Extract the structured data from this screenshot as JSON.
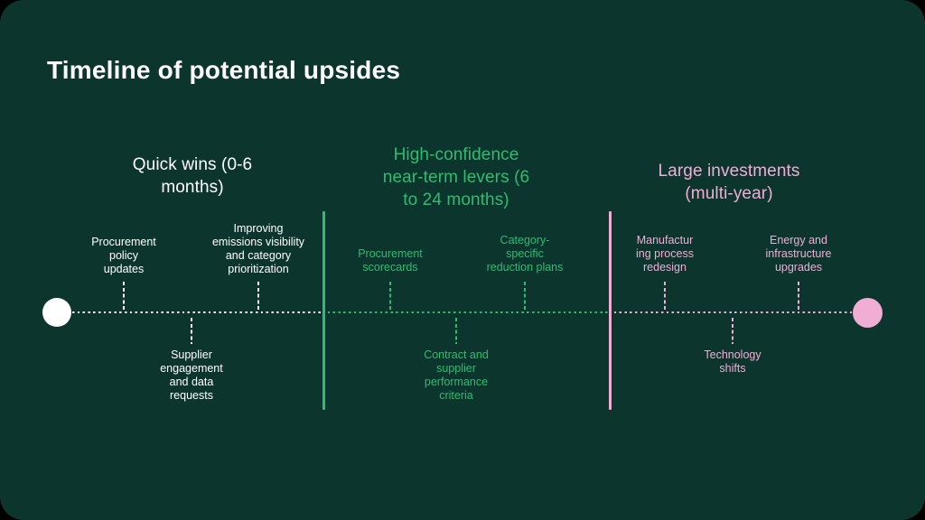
{
  "title": "Timeline of potential upsides",
  "colors": {
    "canvas": "#000000",
    "background": "#0c352d",
    "white": "#ffffff",
    "green": "#2dbd70",
    "pink": "#f0aed5"
  },
  "sections": [
    {
      "label": "Quick wins (0-6\nmonths)",
      "color": "#ffffff",
      "items_above": [
        "Procurement\npolicy\nupdates",
        "Improving\nemissions visibility\nand category\nprioritization"
      ],
      "items_below": [
        "Supplier\nengagement\nand data\nrequests"
      ]
    },
    {
      "label": "High-confidence\nnear-term levers (6\nto 24 months)",
      "color": "#2dbd70",
      "items_above": [
        "Procurement\nscorecards",
        "Category-\nspecific\nreduction plans"
      ],
      "items_below": [
        "Contract and\nsupplier\nperformance\ncriteria"
      ]
    },
    {
      "label": "Large investments\n(multi-year)",
      "color": "#f0aed5",
      "items_above": [
        "Manufactur\ning process\nredesign",
        "Energy and\ninfrastructure\nupgrades"
      ],
      "items_below": [
        "Technology\nshifts"
      ]
    }
  ]
}
